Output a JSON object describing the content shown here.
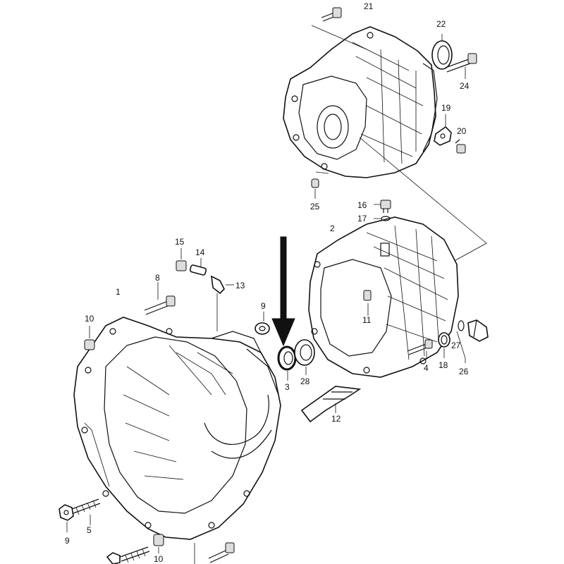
{
  "diagram": {
    "part_numbers": {
      "p1": "1",
      "p2": "2",
      "p3": "3",
      "p4": "4",
      "p5": "5",
      "p8": "8",
      "p9a": "9",
      "p9b": "9",
      "p10a": "10",
      "p10b": "10",
      "p11": "11",
      "p12": "12",
      "p13": "13",
      "p14": "14",
      "p15": "15",
      "p16": "16",
      "p17": "17",
      "p18": "18",
      "p19": "19",
      "p20": "20",
      "p21": "21",
      "p22": "22",
      "p24": "24",
      "p25": "25",
      "p26": "26",
      "p27": "27",
      "p28": "28"
    }
  }
}
